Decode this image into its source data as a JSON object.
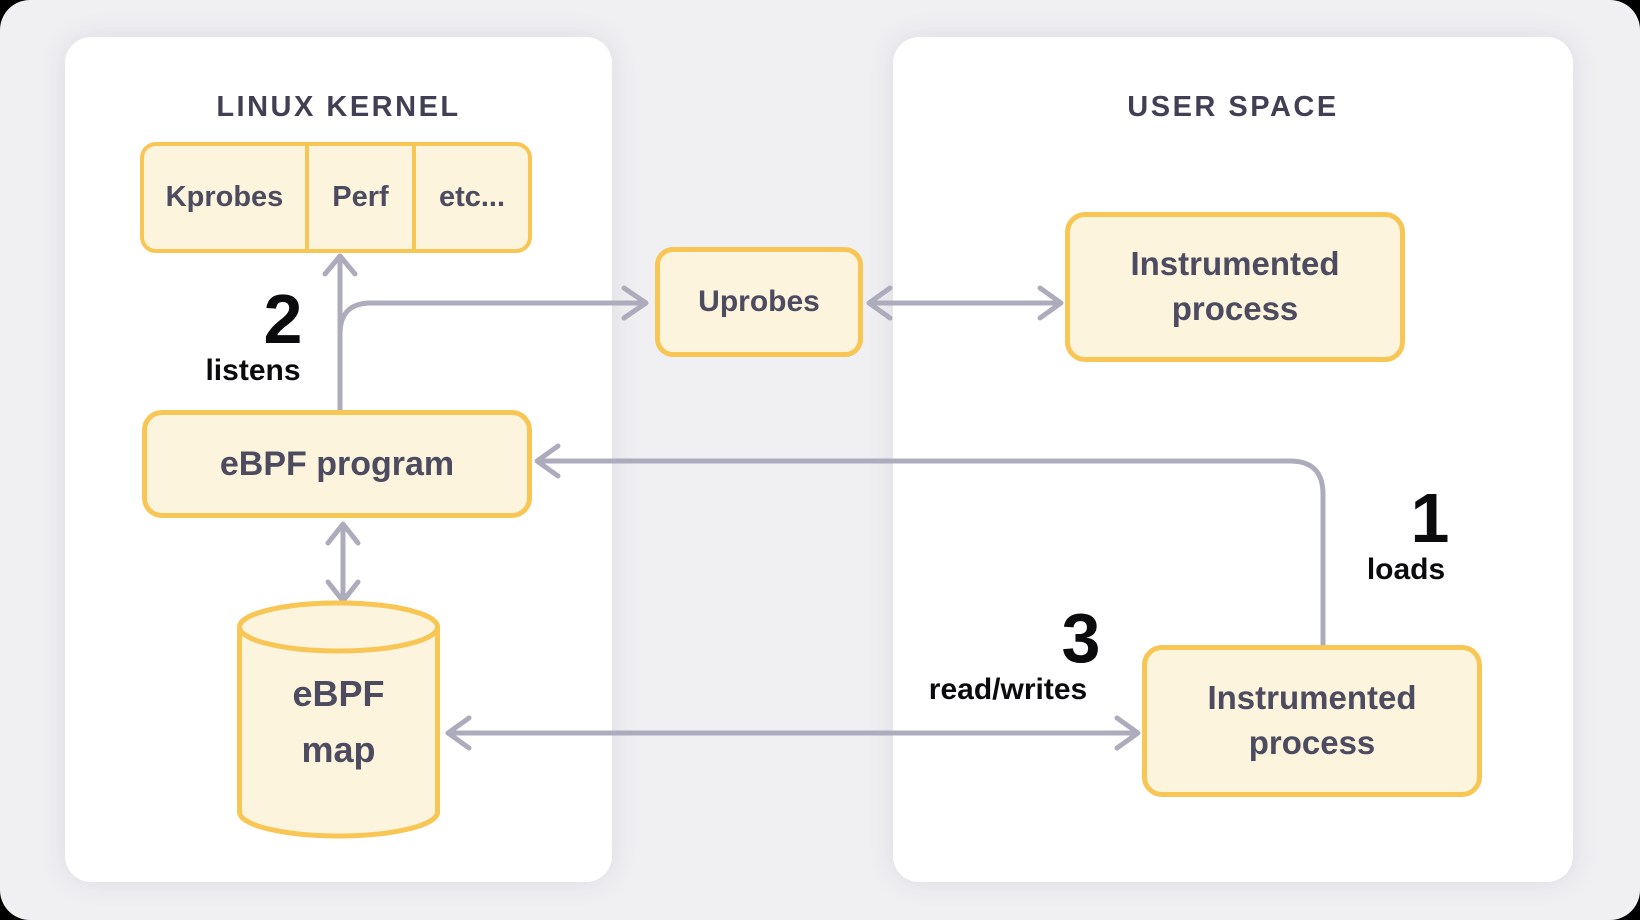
{
  "panels": {
    "kernel": {
      "title": "LINUX KERNEL"
    },
    "user": {
      "title": "USER SPACE"
    }
  },
  "nodes": {
    "probe_sources": [
      "Kprobes",
      "Perf",
      "etc..."
    ],
    "uprobes": "Uprobes",
    "ebpf_program": "eBPF program",
    "ebpf_map": {
      "line1": "eBPF",
      "line2": "map"
    },
    "instrumented_process_top": {
      "line1": "Instrumented",
      "line2": "process"
    },
    "instrumented_process_bottom": {
      "line1": "Instrumented",
      "line2": "process"
    }
  },
  "steps": {
    "loads": {
      "number": "1",
      "label": "loads"
    },
    "listens": {
      "number": "2",
      "label": "listens"
    },
    "read_writes": {
      "number": "3",
      "label": "read/writes"
    }
  },
  "colors": {
    "accent_border": "#F8C655",
    "node_fill": "#FDF4DE",
    "node_text": "#4C4B60",
    "title_text": "#413F53",
    "arrow": "#ACACBC",
    "label_text": "#0B0B0E",
    "panel_bg": "#FFFFFF",
    "canvas_bg": "#F0F0F3"
  }
}
